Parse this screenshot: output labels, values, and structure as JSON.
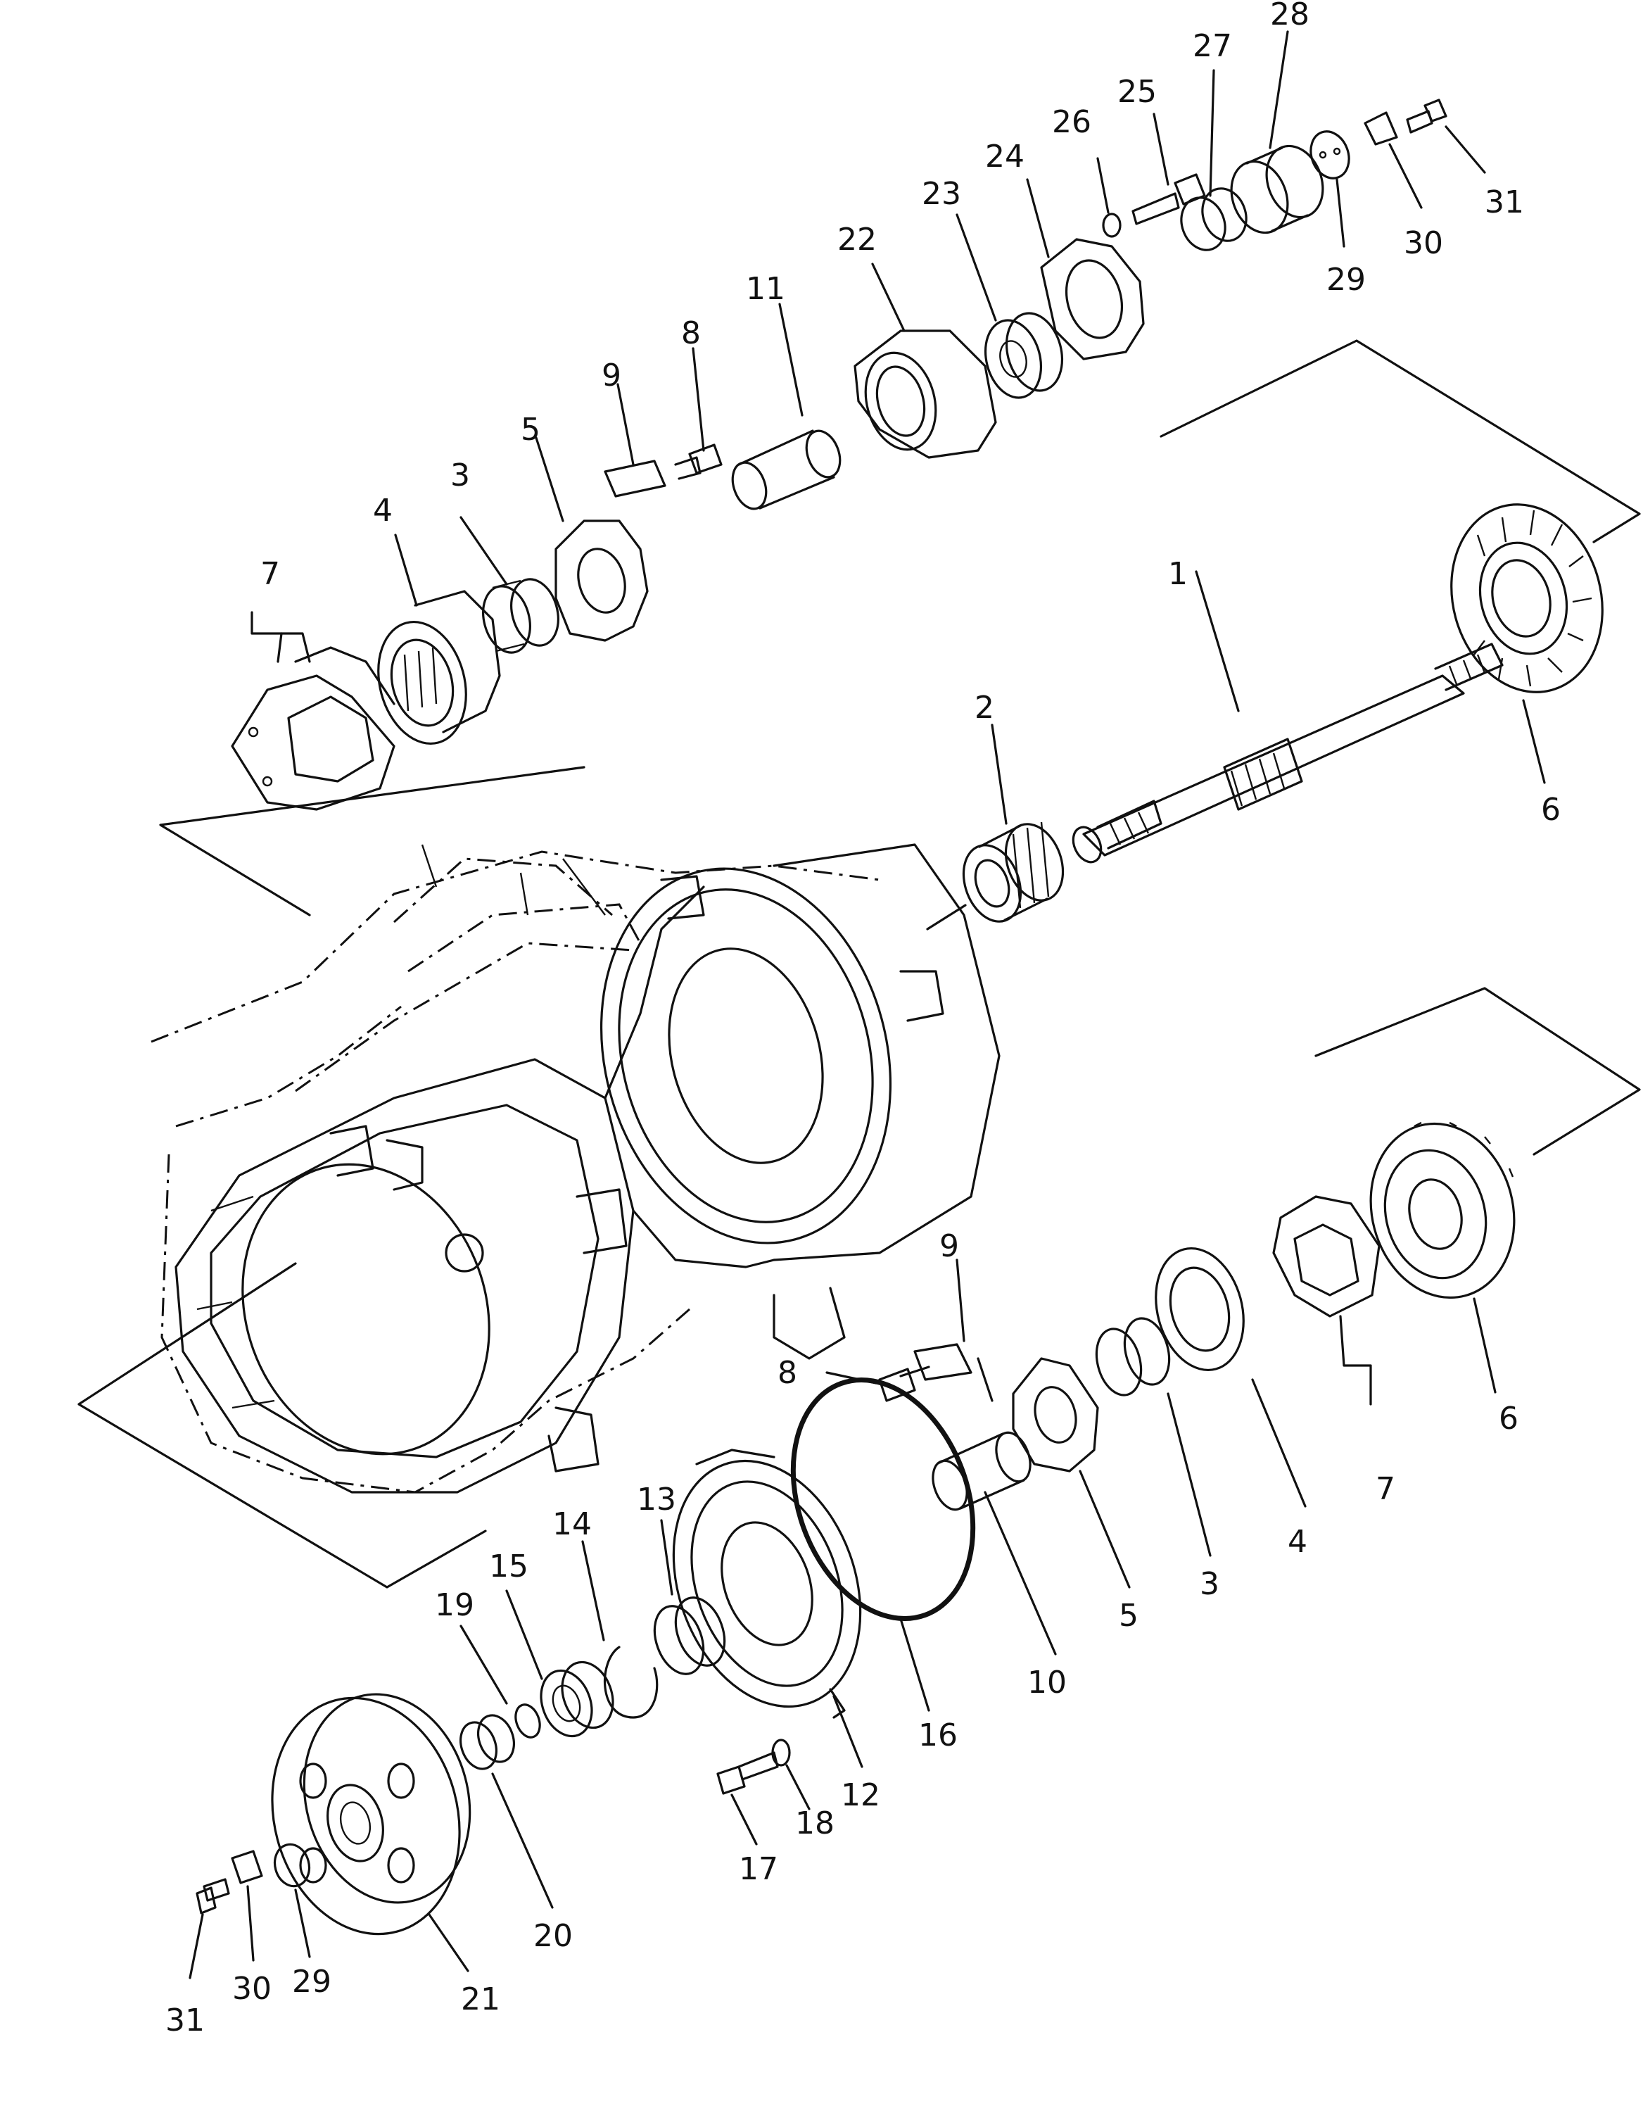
{
  "diagram": {
    "part_labels": {
      "p1": "1",
      "p2": "2",
      "p3_upper": "3",
      "p3_lower": "3",
      "p4_upper": "4",
      "p4_lower": "4",
      "p5_upper": "5",
      "p5_lower": "5",
      "p6_upper": "6",
      "p6_lower": "6",
      "p7_upper": "7",
      "p7_lower": "7",
      "p8_upper": "8",
      "p8_lower": "8",
      "p9_upper": "9",
      "p9_lower": "9",
      "p10": "10",
      "p11": "11",
      "p12": "12",
      "p13": "13",
      "p14": "14",
      "p15": "15",
      "p16": "16",
      "p17": "17",
      "p18": "18",
      "p19": "19",
      "p20": "20",
      "p21": "21",
      "p22": "22",
      "p23": "23",
      "p24": "24",
      "p25": "25",
      "p26": "26",
      "p27": "27",
      "p28": "28",
      "p29_upper": "29",
      "p29_lower": "29",
      "p30_upper": "30",
      "p30_lower": "30",
      "p31_upper": "31",
      "p31_lower": "31"
    },
    "colors": {
      "ink": "#111111",
      "paper": "#ffffff"
    }
  }
}
